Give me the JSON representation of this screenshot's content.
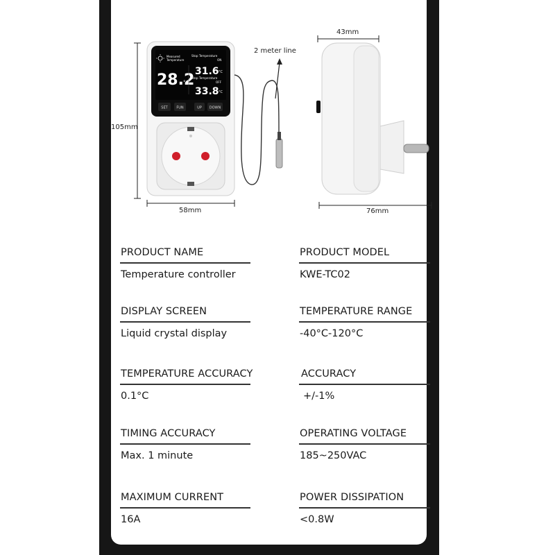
{
  "dimensions": {
    "height_front": "105mm",
    "width_front": "58mm",
    "width_side": "43mm",
    "depth_side": "76mm",
    "cable": "2 meter line"
  },
  "lcd": {
    "measured_label": "Measured\nTemperature",
    "measured_value": "28.2",
    "unit": "°C",
    "stop_temp_on_label": "Stop Temperature",
    "on_label": "ON",
    "on_value": "31.6",
    "stop_temp_off_label": "Stop Temperature",
    "off_label": "OFF",
    "off_value": "33.8"
  },
  "buttons": [
    "SET",
    "FUN",
    "UP",
    "DOWN"
  ],
  "specs": [
    {
      "label": "PRODUCT NAME",
      "value": "Temperature controller"
    },
    {
      "label": "PRODUCT MODEL",
      "value": "KWE-TC02"
    },
    {
      "label": "DISPLAY SCREEN",
      "value": "Liquid crystal display"
    },
    {
      "label": "TEMPERATURE RANGE",
      "value": "-40°C-120°C"
    },
    {
      "label": "TEMPERATURE ACCURACY",
      "value": "0.1°C"
    },
    {
      "label": "ACCURACY",
      "value": "+/-1%"
    },
    {
      "label": "TIMING ACCURACY",
      "value": "Max. 1 minute"
    },
    {
      "label": "OPERATING VOLTAGE",
      "value": "185~250VAC"
    },
    {
      "label": "MAXIMUM CURRENT",
      "value": "16A"
    },
    {
      "label": "POWER DISSIPATION",
      "value": "<0.8W"
    }
  ]
}
